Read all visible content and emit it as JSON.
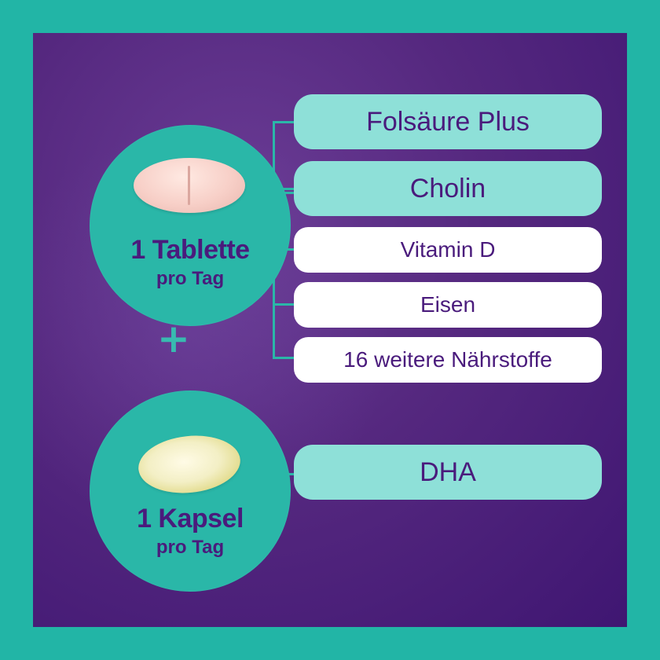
{
  "colors": {
    "frame": "#22b5a6",
    "panel": "#55287f",
    "circle": "#2ab7a8",
    "pill_teal": "#8ee0d8",
    "text_purple": "#4a1b7c"
  },
  "tablet_group": {
    "title": "1 Tablette",
    "subtitle": "pro Tag",
    "icon": "tablet-icon",
    "items": [
      {
        "label": "Folsäure Plus",
        "style": "teal"
      },
      {
        "label": "Cholin",
        "style": "teal"
      },
      {
        "label": "Vitamin D",
        "style": "white"
      },
      {
        "label": "Eisen",
        "style": "white"
      },
      {
        "label": "16 weitere Nährstoffe",
        "style": "white"
      }
    ]
  },
  "plus_icon": "plus-icon",
  "capsule_group": {
    "title": "1 Kapsel",
    "subtitle": "pro Tag",
    "icon": "capsule-icon",
    "items": [
      {
        "label": "DHA",
        "style": "teal"
      }
    ]
  }
}
